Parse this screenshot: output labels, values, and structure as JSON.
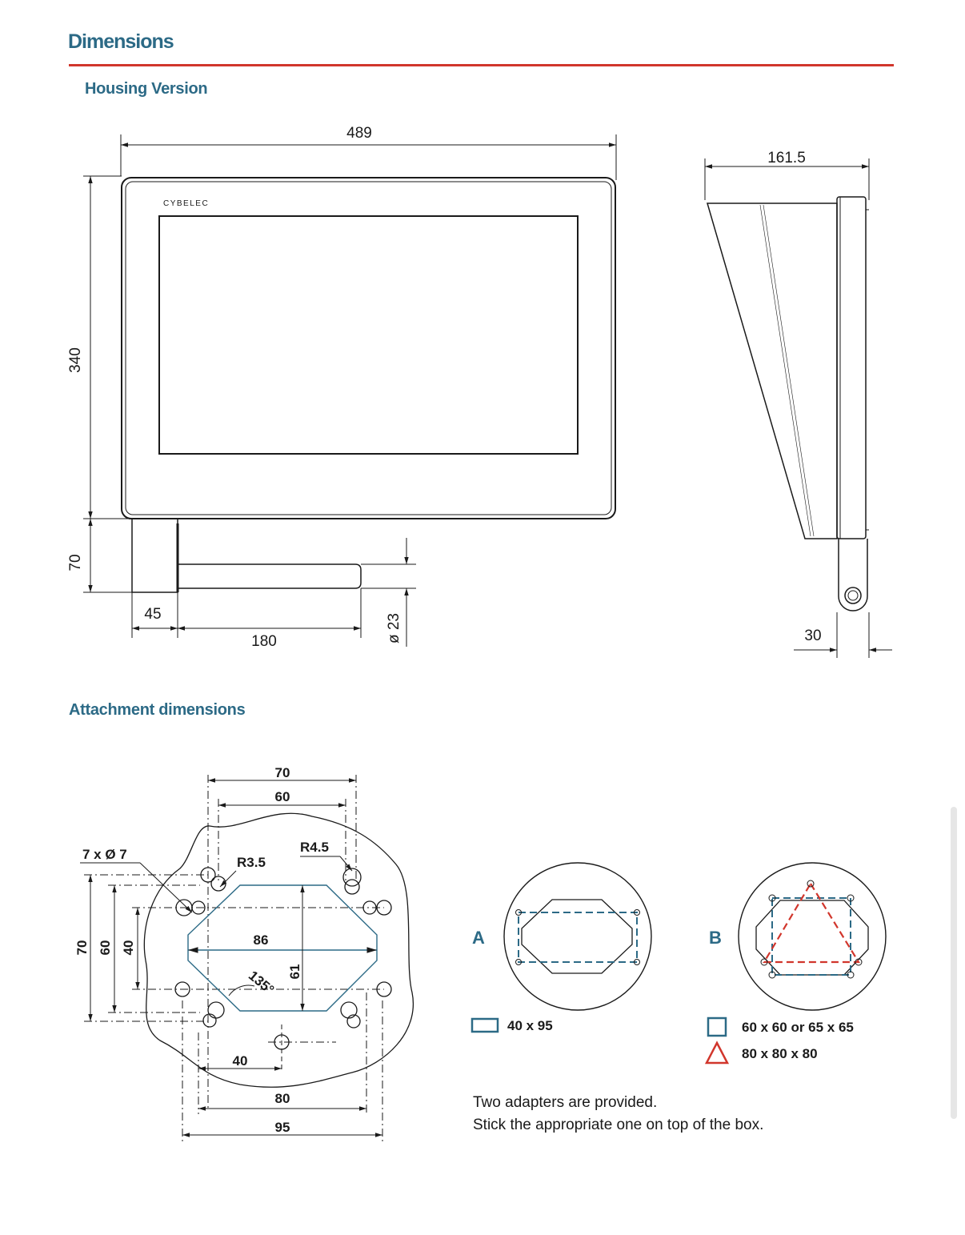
{
  "header": {
    "title": "Dimensions",
    "accent_color": "#d1362c",
    "heading_color": "#2c6a86"
  },
  "sections": {
    "housing": "Housing Version",
    "attachment": "Attachment dimensions"
  },
  "housing_front": {
    "brand": "CYBELEC",
    "width": "489",
    "height": "340",
    "arm_height": "70",
    "arm_block_width": "45",
    "arm_length": "180",
    "tube_diameter": "ø 23"
  },
  "housing_side": {
    "depth": "161.5",
    "mount_width": "30"
  },
  "attachment": {
    "span_outer": "70",
    "span_inner": "60",
    "holes": "7 x Ø 7",
    "radius_small": "R3.5",
    "radius_large": "R4.5",
    "height_70": "70",
    "height_60": "60",
    "height_40": "40",
    "width_86": "86",
    "height_61": "61",
    "angle": "135°",
    "offset_40": "40",
    "bottom_80": "80",
    "bottom_95": "95"
  },
  "adapters": {
    "a_label": "A",
    "b_label": "B",
    "a_size": "40 x 95",
    "b_square_size": "60 x 60 or 65 x 65",
    "b_triangle_size": "80 x 80 x 80",
    "square_color": "#2c6a86",
    "triangle_color": "#d1362c",
    "note_line1": "Two adapters are provided.",
    "note_line2": "Stick the appropriate one on top of the box."
  }
}
